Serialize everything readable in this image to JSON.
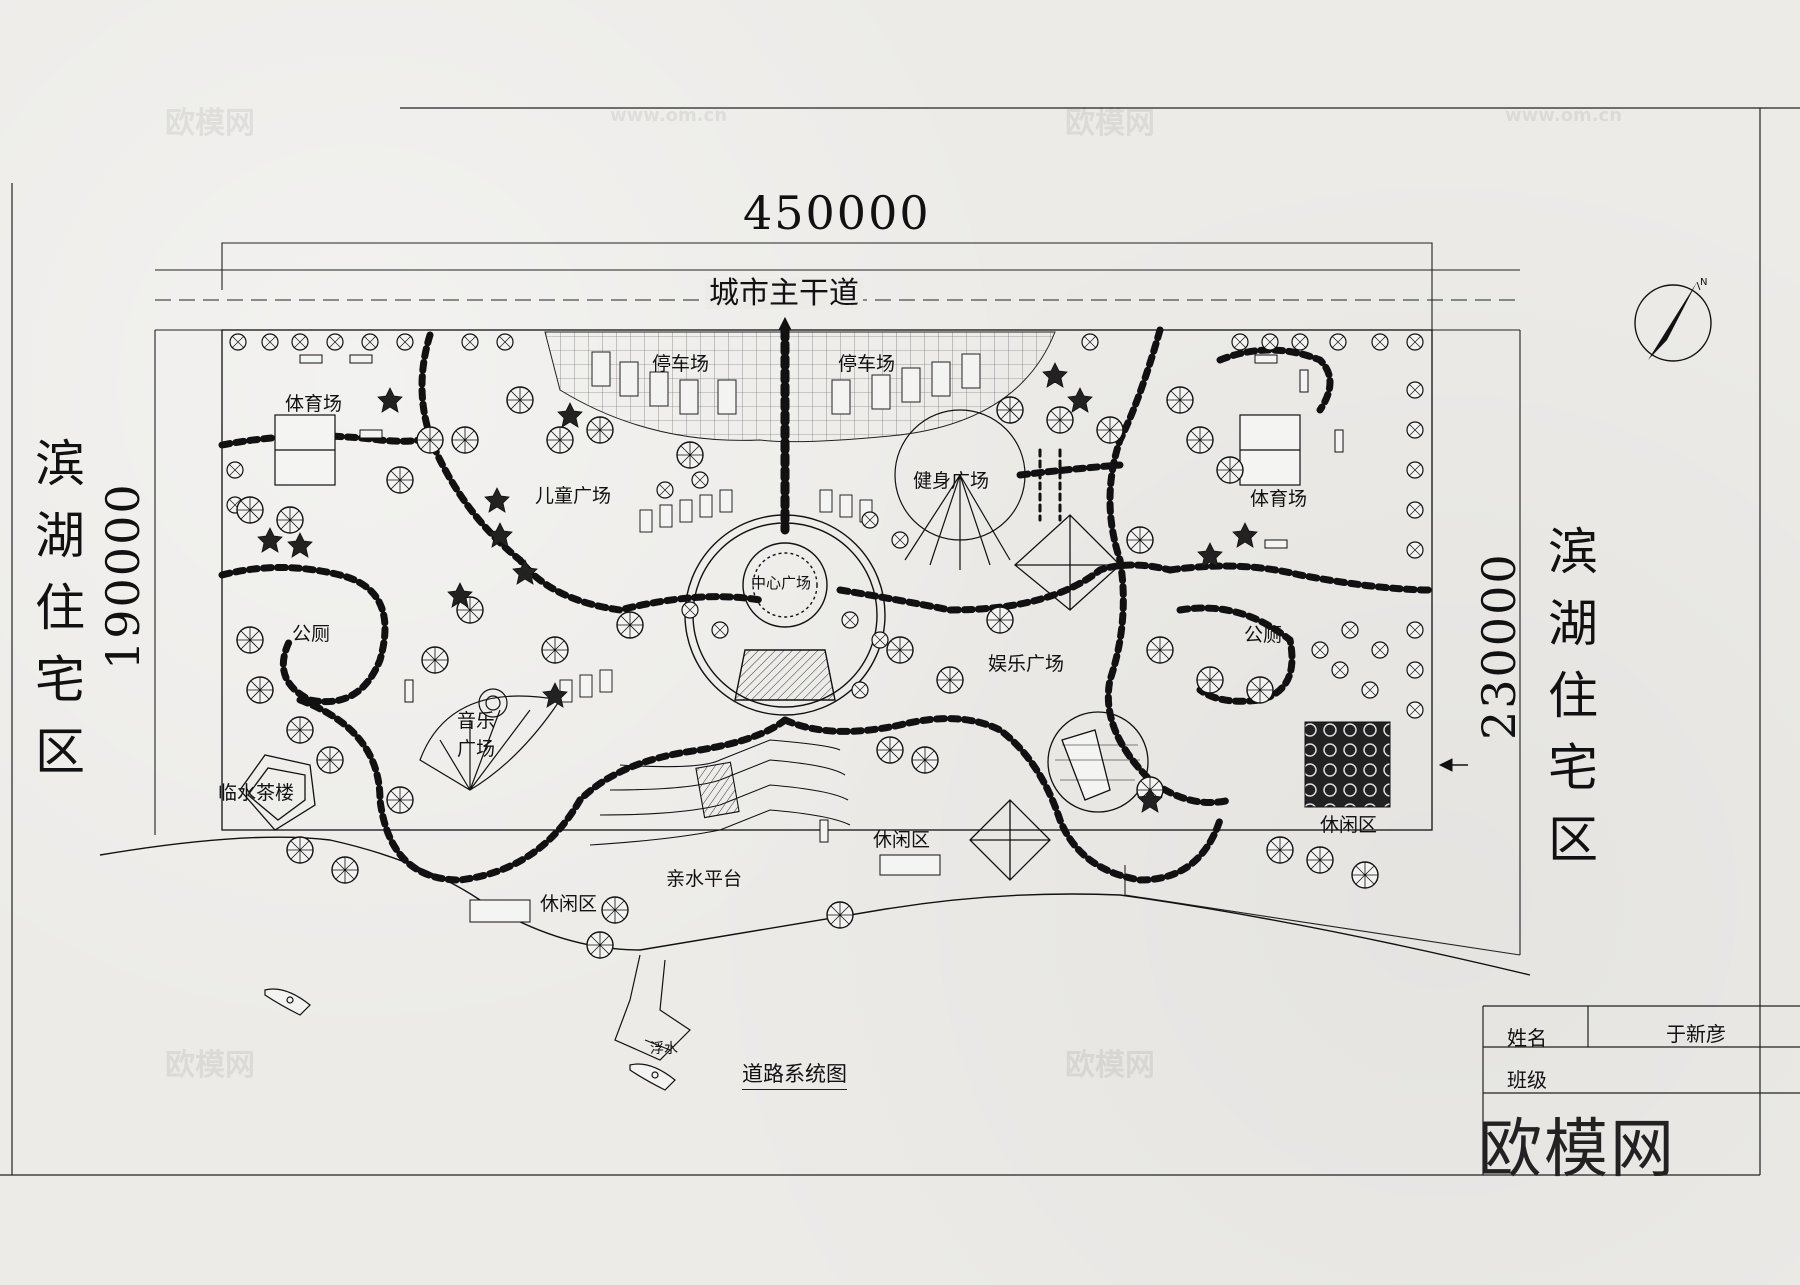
{
  "dimensions": {
    "top_width": "450000",
    "left_height": "190000",
    "right_height": "230000"
  },
  "road_label": "城市主干道",
  "left_residential": [
    "滨",
    "湖",
    "住",
    "宅",
    "区"
  ],
  "right_residential": [
    "滨",
    "湖",
    "住",
    "宅",
    "区"
  ],
  "zones": {
    "parking_left": "停车场",
    "parking_right": "停车场",
    "sports_left": "体育场",
    "sports_right": "体育场",
    "childrens_plaza": "儿童广场",
    "fitness_plaza": "健身广场",
    "central_plaza": "中心广场",
    "entertainment_plaza": "娱乐广场",
    "toilet_left": "公厕",
    "toilet_right": "公厕",
    "music_plaza_1": "音乐",
    "music_plaza_2": "广场",
    "teahouse": "临水茶楼",
    "waterfront_platform": "亲水平台",
    "leisure_1": "休闲区",
    "leisure_2": "休闲区",
    "leisure_3": "休闲区",
    "floating": "浮水"
  },
  "drawing_title": "道路系统图",
  "title_block": {
    "name_label": "姓名",
    "name_value": "于新彦",
    "class_label": "班级"
  },
  "watermark": "欧模网",
  "watermark_url": "www.om.cn",
  "north_symbol": "north-arrow"
}
